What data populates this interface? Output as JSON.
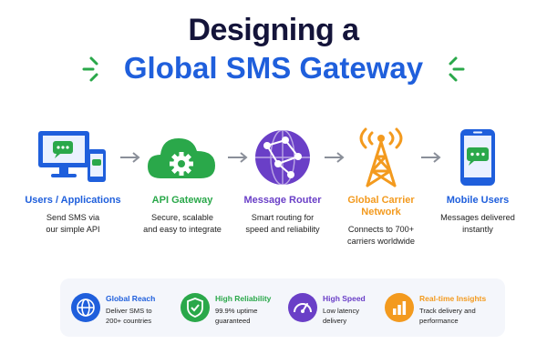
{
  "title": {
    "line1": "Designing a",
    "line2": "Global SMS Gateway"
  },
  "colors": {
    "blue": "#1f5fdc",
    "green": "#2aa84a",
    "purple": "#6a3fc7",
    "orange": "#f39a1e",
    "navy": "#14143a",
    "arrow": "#8a8f99"
  },
  "steps": [
    {
      "icon": "computer-phone-icon",
      "name": "Users / Applications",
      "desc_lines": [
        "Send SMS via",
        "our simple API"
      ],
      "color": "#1f5fdc"
    },
    {
      "icon": "cloud-gear-icon",
      "name": "API Gateway",
      "desc_lines": [
        "Secure, scalable",
        "and easy to integrate"
      ],
      "color": "#2aa84a"
    },
    {
      "icon": "globe-network-icon",
      "name": "Message Router",
      "desc_lines": [
        "Smart routing for",
        "speed and reliability"
      ],
      "color": "#6a3fc7"
    },
    {
      "icon": "cell-tower-icon",
      "name_lines": [
        "Global Carrier",
        "Network"
      ],
      "desc_lines": [
        "Connects to 700+",
        "carriers worldwide"
      ],
      "color": "#f39a1e"
    },
    {
      "icon": "mobile-message-icon",
      "name": "Mobile Users",
      "desc_lines": [
        "Messages delivered",
        "instantly"
      ],
      "color": "#1f5fdc"
    }
  ],
  "features": [
    {
      "icon": "globe-icon",
      "title": "Global Reach",
      "desc_lines": [
        "Deliver SMS to",
        "200+ countries"
      ],
      "color": "#1f5fdc"
    },
    {
      "icon": "shield-check-icon",
      "title": "High Reliability",
      "desc_lines": [
        "99.9% uptime",
        "guaranteed"
      ],
      "color": "#2aa84a"
    },
    {
      "icon": "speedometer-icon",
      "title": "High Speed",
      "desc_lines": [
        "Low latency",
        "delivery"
      ],
      "color": "#6a3fc7"
    },
    {
      "icon": "bar-chart-icon",
      "title": "Real-time Insights",
      "desc_lines": [
        "Track delivery and",
        "performance"
      ],
      "color": "#f39a1e"
    }
  ]
}
